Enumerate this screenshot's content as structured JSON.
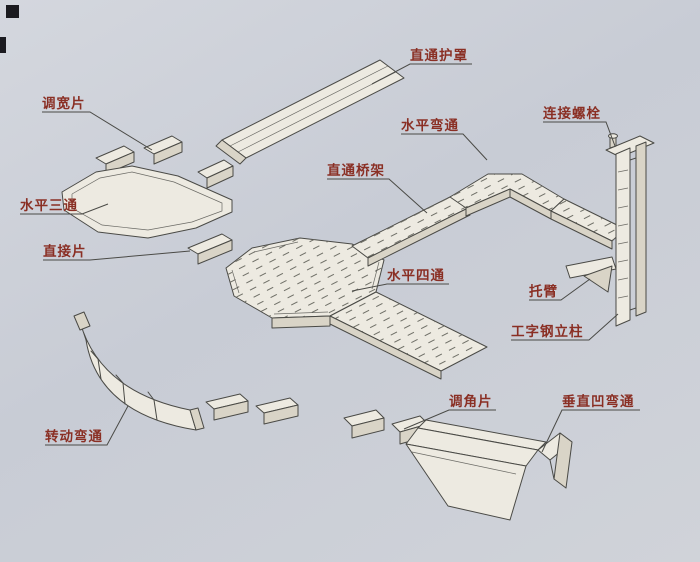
{
  "colors": {
    "line": "#4a4a46",
    "fill": "#edeae1",
    "side": "#d9d4c7",
    "hatch": "#6f6f67",
    "label": "#8a2f24",
    "background": "#cdd1d9"
  },
  "labels": {
    "cover": "直通护罩",
    "width_adjuster": "调宽片",
    "horizontal_bend": "水平弯通",
    "connecting_bolt": "连接螺栓",
    "straight_tray": "直通桥架",
    "horizontal_tee": "水平三通",
    "direct_piece": "直接片",
    "horizontal_cross": "水平四通",
    "bracket_arm": "托臂",
    "i_beam_column": "工字钢立柱",
    "angle_piece": "调角片",
    "vertical_concave_bend": "垂直凹弯通",
    "rotating_bend": "转动弯通"
  }
}
